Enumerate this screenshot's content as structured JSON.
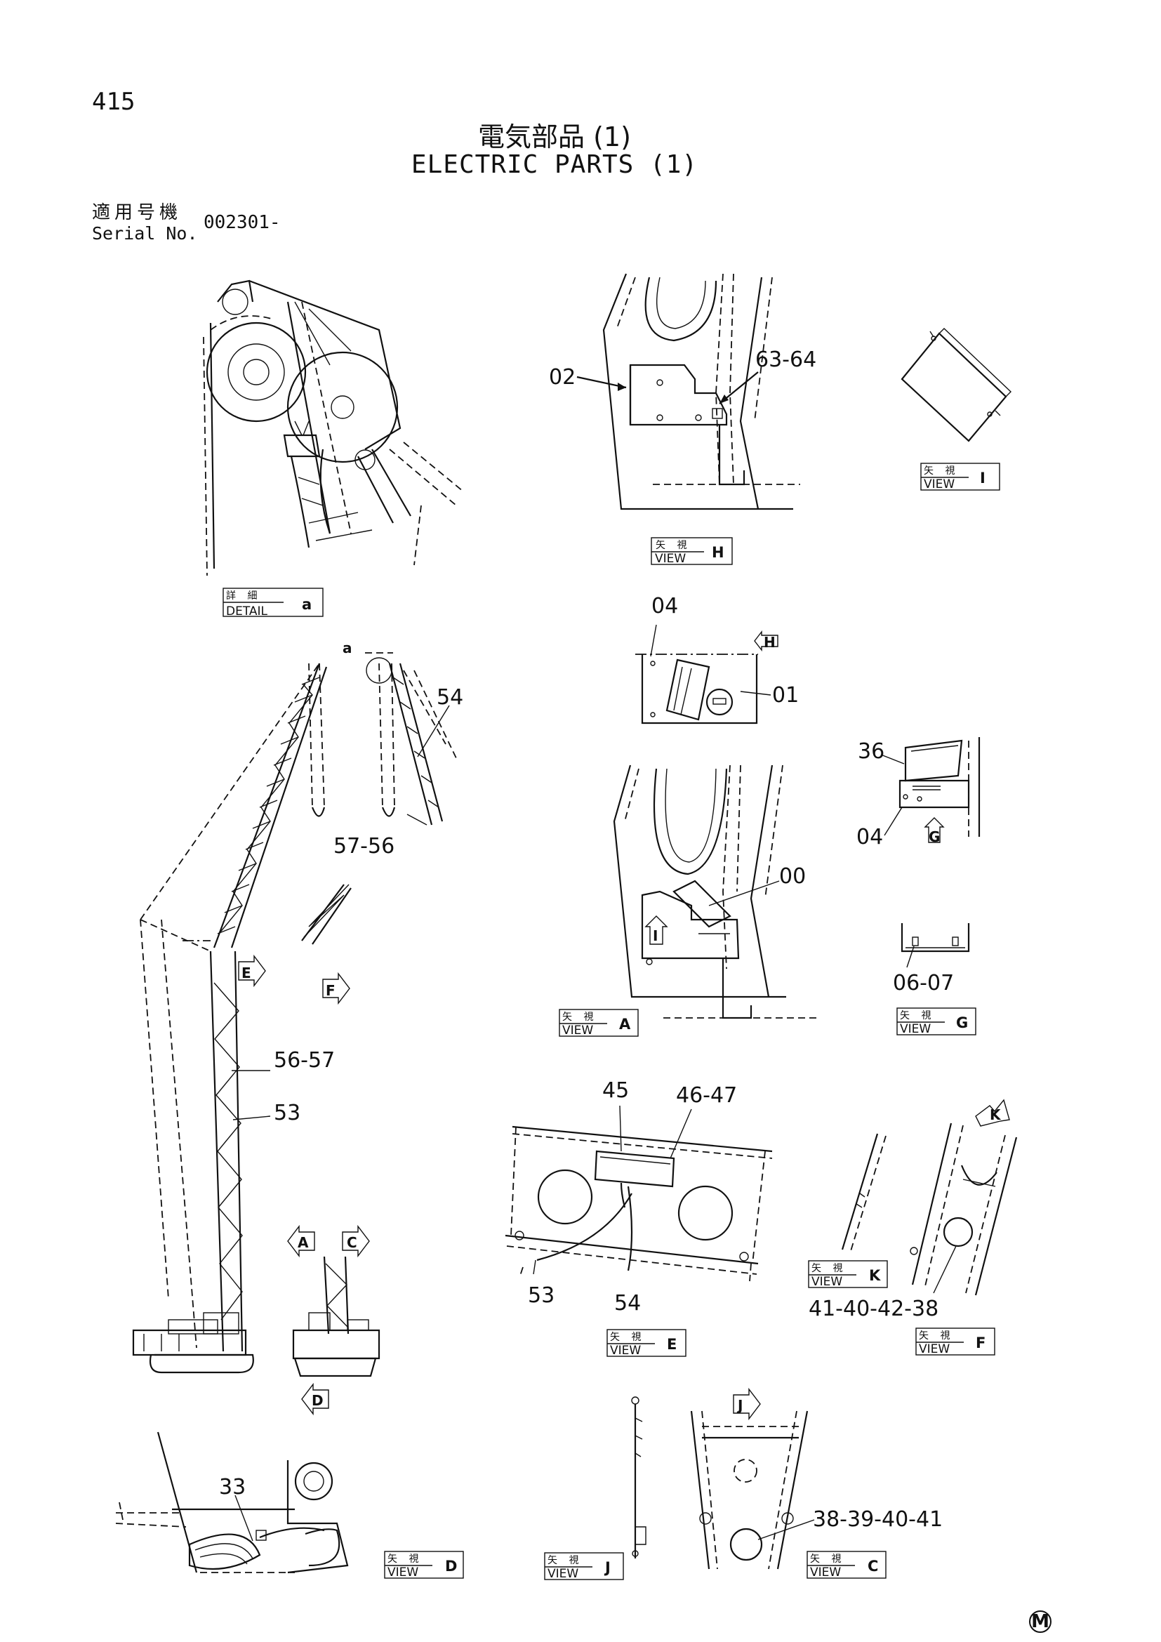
{
  "header": {
    "page_number": "415",
    "title_jp": "電気部品 (1)",
    "title_en": "ELECTRIC PARTS (1)",
    "serial_label_jp": "適用号機",
    "serial_label_en": "Serial No.",
    "serial_value": "002301-"
  },
  "views": {
    "detail_a": {
      "jp": "詳 細",
      "en": "DETAIL",
      "id": "a"
    },
    "view_h": {
      "jp": "矢 視",
      "en": "VIEW",
      "id": "H"
    },
    "view_i": {
      "jp": "矢 視",
      "en": "VIEW",
      "id": "I"
    },
    "view_a": {
      "jp": "矢 視",
      "en": "VIEW",
      "id": "A"
    },
    "view_g": {
      "jp": "矢 視",
      "en": "VIEW",
      "id": "G"
    },
    "view_e": {
      "jp": "矢 視",
      "en": "VIEW",
      "id": "E"
    },
    "view_k": {
      "jp": "矢 視",
      "en": "VIEW",
      "id": "K"
    },
    "view_f": {
      "jp": "矢 視",
      "en": "VIEW",
      "id": "F"
    },
    "view_d": {
      "jp": "矢 視",
      "en": "VIEW",
      "id": "D"
    },
    "view_j": {
      "jp": "矢 視",
      "en": "VIEW",
      "id": "J"
    },
    "view_c": {
      "jp": "矢 視",
      "en": "VIEW",
      "id": "C"
    }
  },
  "arrows": {
    "h": "H",
    "g": "G",
    "i": "I",
    "e": "E",
    "f": "F",
    "a": "A",
    "c": "C",
    "d": "D",
    "k": "K",
    "j": "J",
    "detail_marker": "a"
  },
  "callouts": {
    "c02": "02",
    "c63_64": "63-64",
    "c04_top": "04",
    "c01": "01",
    "c36": "36",
    "c04_g": "04",
    "c00": "00",
    "c06_07": "06-07",
    "c54_boom": "54",
    "c57_56": "57-56",
    "c56_57": "56-57",
    "c53_mast": "53",
    "c45": "45",
    "c46_47": "46-47",
    "c53_e": "53",
    "c54_e": "54",
    "c41_40_42_38": "41-40-42-38",
    "c33": "33",
    "c38_39_40_41": "38-39-40-41"
  },
  "footer": {
    "mark": "M"
  }
}
